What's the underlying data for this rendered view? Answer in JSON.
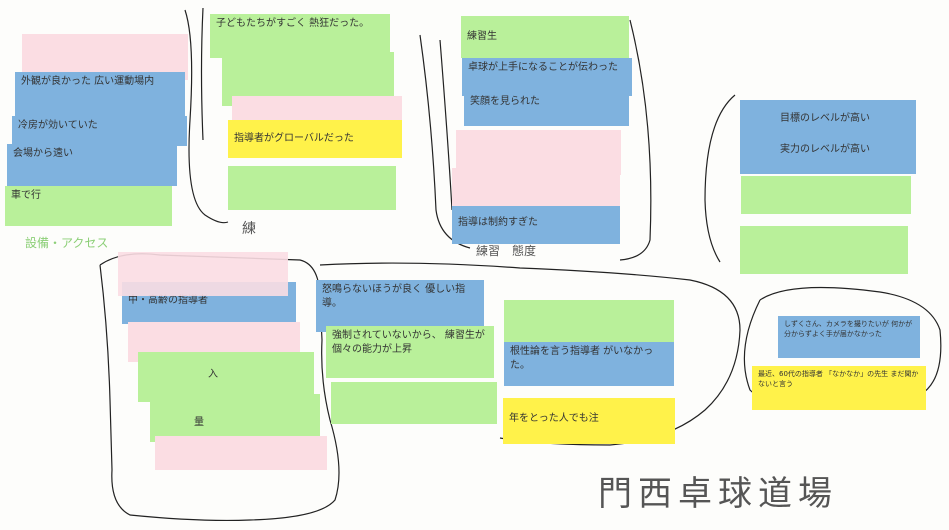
{
  "notes": {
    "n1": "",
    "n2": "外観が良かった 広い運動場内",
    "n3": "冷房が効いていた",
    "n4": "会場から遠い",
    "n5": "車で行",
    "n6": "子どもたちがすごく 熱狂だった。",
    "n9": "指導者がグローバルだった",
    "n11": "練習生",
    "n12": "卓球が上手になることが伝わった",
    "n13": "笑顔を見られた",
    "n16": "指導は制約すぎた",
    "n17": "目標のレベルが高い",
    "n18": "実力のレベルが高い",
    "n21": "中・高齢の指導者",
    "n24": "入",
    "n25": "量",
    "n27": "怒鳴らないほうが良く 優しい指導。",
    "n28": "強制されていないから、 練習生が個々の能力が上昇",
    "n30": "",
    "n31": "根性論を言う指導者 がいなかった。",
    "n32": "年をとった人でも注",
    "n33": "しずくさん、カメラを撮りたいが 何かが分からずよく手が届かなかった",
    "n34": "最近、60代の指導者 「なかなか」の先生 まだ聞かないと言う"
  },
  "labels": {
    "facility": "設備・アクセス",
    "practice": "練",
    "practice_attitude": "練習　態度",
    "title": "門西卓球道場"
  },
  "colors": {
    "pink": "#fbdde3",
    "blue": "#7fb2de",
    "green": "#b9f09a",
    "yellow": "#fff24a"
  }
}
